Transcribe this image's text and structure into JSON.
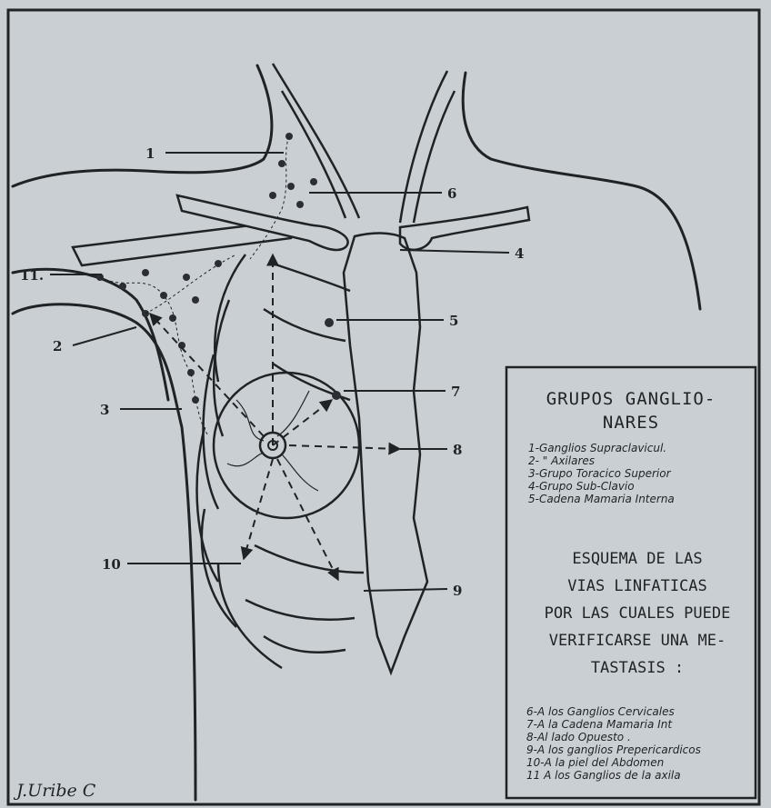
{
  "diagram": {
    "labels": {
      "n1": "1",
      "n2": "2",
      "n3": "3",
      "n4": "4",
      "n5": "5",
      "n6": "6",
      "n7": "7",
      "n8": "8",
      "n9": "9",
      "n10": "10",
      "n11": "11."
    },
    "signature": "J.Uribe C"
  },
  "legend": {
    "title_line1": "GRUPOS GANGLIO-",
    "title_line2": "NARES",
    "groups": [
      "1-Ganglios Supraclavicul.",
      "2- \"     Axilares",
      "3-Grupo Toracico Superior",
      "4-Grupo Sub-Clavio",
      "5-Cadena Mamaria Interna"
    ],
    "scheme_title": [
      "ESQUEMA DE LAS",
      "VIAS LINFATICAS",
      "POR LAS CUALES PUEDE",
      "VERIFICARSE UNA ME-",
      "TASTASIS :"
    ],
    "routes": [
      "6-A los Ganglios Cervicales",
      "7-A la Cadena Mamaria Int",
      "8-Al lado Opuesto .",
      "9-A los ganglios Prepericardicos",
      "10-A la piel del Abdomen",
      "11 A los Ganglios de la axila"
    ]
  },
  "colors": {
    "paper": "#c9cfd3",
    "ink": "#1f2326"
  }
}
